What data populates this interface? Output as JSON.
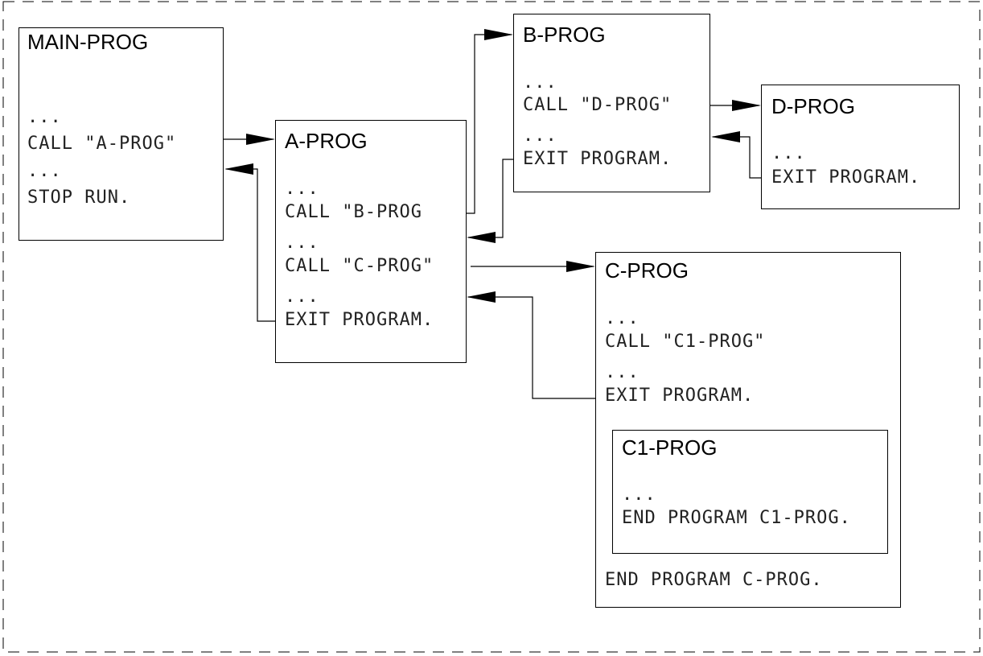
{
  "programs": {
    "main": {
      "title": "MAIN-PROG",
      "lines": [
        "...",
        "CALL \"A-PROG\"",
        "...",
        "STOP RUN."
      ]
    },
    "a": {
      "title": "A-PROG",
      "lines": [
        "...",
        "CALL \"B-PROG",
        "...",
        "CALL \"C-PROG\"",
        "...",
        "EXIT PROGRAM."
      ]
    },
    "b": {
      "title": "B-PROG",
      "lines": [
        "...",
        "CALL \"D-PROG\"",
        "...",
        "EXIT PROGRAM."
      ]
    },
    "d": {
      "title": "D-PROG",
      "lines": [
        "...",
        "EXIT PROGRAM."
      ]
    },
    "c": {
      "title": "C-PROG",
      "lines": [
        "...",
        "CALL \"C1-PROG\"",
        "...",
        "EXIT PROGRAM."
      ],
      "end_line": "END PROGRAM C-PROG."
    },
    "c1": {
      "title": "C1-PROG",
      "lines": [
        "...",
        "END PROGRAM C1-PROG."
      ]
    }
  }
}
